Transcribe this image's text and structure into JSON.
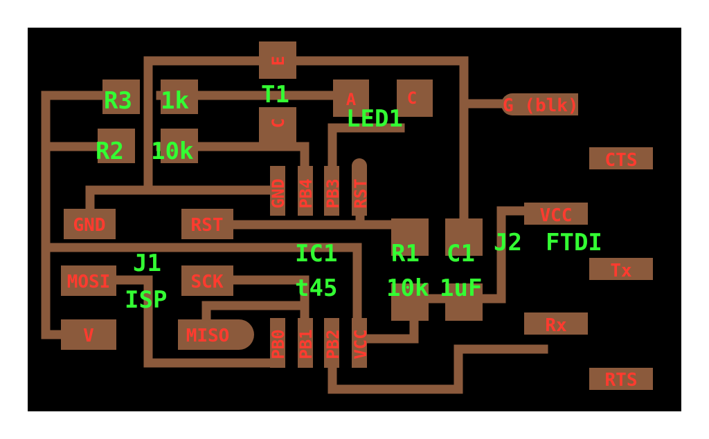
{
  "colors": {
    "background": "#ffffff",
    "board": "#000000",
    "copper": "#8B5A3C",
    "pad_label": "#FF3B2F",
    "silk_label": "#33FF33"
  },
  "pad_labels": {
    "gnd_header": "GND",
    "rst_header": "RST",
    "mosi": "MOSI",
    "sck": "SCK",
    "miso": "MISO",
    "v": "V",
    "ftdi_gnd": "G (blk)",
    "cts": "CTS",
    "vcc": "VCC",
    "tx": "Tx",
    "rx": "Rx",
    "rts": "RTS",
    "t1_e": "E",
    "t1_c": "C",
    "led_a": "A",
    "led_c": "C",
    "ic_gnd": "GND",
    "ic_pb4": "PB4",
    "ic_pb3": "PB3",
    "ic_rst": "RST",
    "ic_pb0": "PB0",
    "ic_pb1": "PB1",
    "ic_pb2": "PB2",
    "ic_vcc": "VCC"
  },
  "silk_labels": {
    "r3": "R3",
    "r3_value": "1k",
    "r2": "R2",
    "r2_value": "10k",
    "t1": "T1",
    "led1": "LED1",
    "ic1": "IC1",
    "ic1_part": "t45",
    "j1": "J1",
    "j1_type": "ISP",
    "r1": "R1",
    "r1_value": "10k",
    "c1": "C1",
    "c1_value": "1uF",
    "j2": "J2",
    "j2_type": "FTDI"
  }
}
